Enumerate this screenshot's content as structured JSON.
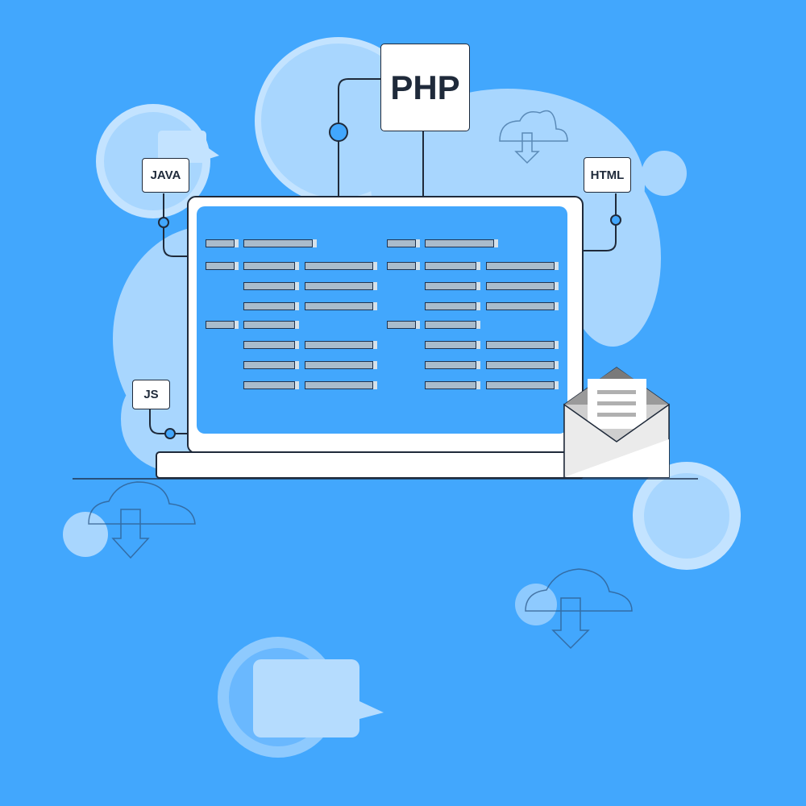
{
  "tags": {
    "php": "PHP",
    "java": "JAVA",
    "html": "HTML",
    "js": "JS"
  },
  "colors": {
    "background": "#42a7fd",
    "cloud": "#a8d6fe",
    "cloud_light": "#c3e3ff",
    "outline": "#1f2a3a",
    "screen": "#42a7fd",
    "frame": "#ffffff",
    "bar_fill": "#a9bccc",
    "envelope": "#ebebeb"
  },
  "icons": [
    "cloud-download-icon",
    "chat-bubble-icon",
    "envelope-icon",
    "document-icon"
  ]
}
